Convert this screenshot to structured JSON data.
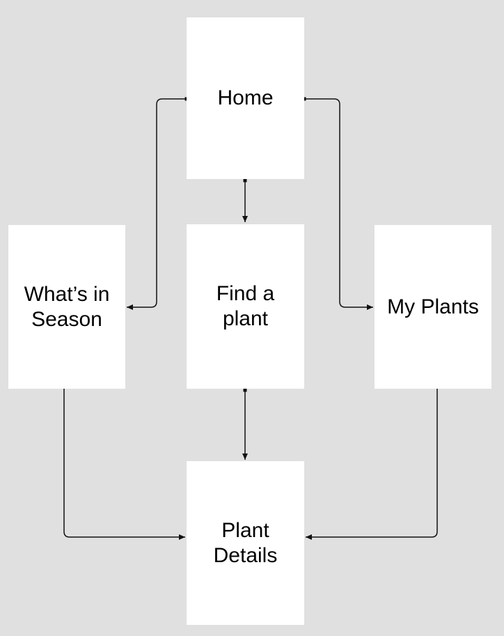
{
  "diagram": {
    "type": "flowchart",
    "background_color": "#e0e0e0",
    "node_fill": "#ffffff",
    "connector_color": "#111111",
    "text_color": "#000000",
    "nodes": {
      "home": {
        "label": "Home"
      },
      "whats_in_season": {
        "label": "What’s in\nSeason"
      },
      "find_a_plant": {
        "label": "Find a\nplant"
      },
      "my_plants": {
        "label": "My Plants"
      },
      "plant_details": {
        "label": "Plant\nDetails"
      }
    },
    "edges": [
      {
        "from": "Home",
        "to": "Find a plant"
      },
      {
        "from": "Home",
        "to": "What’s in Season"
      },
      {
        "from": "Home",
        "to": "My Plants"
      },
      {
        "from": "Find a plant",
        "to": "Plant Details"
      },
      {
        "from": "What’s in Season",
        "to": "Plant Details"
      },
      {
        "from": "My Plants",
        "to": "Plant Details"
      }
    ]
  }
}
